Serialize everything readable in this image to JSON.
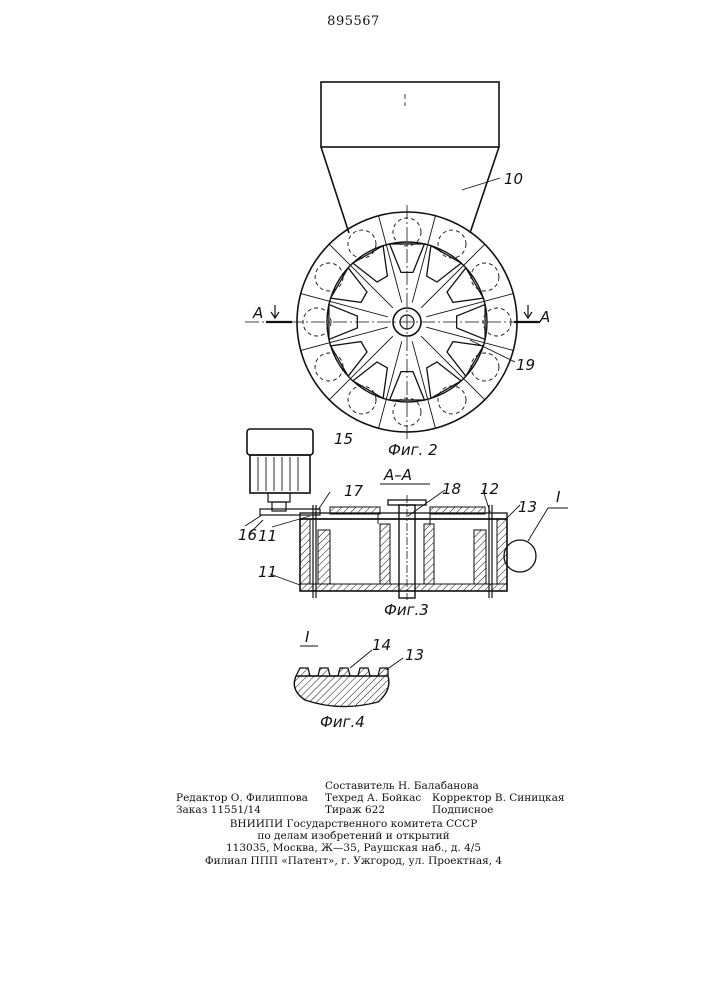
{
  "header": {
    "patent_number": "895567"
  },
  "figure2": {
    "caption": "Фиг. 2",
    "labels": {
      "hopper": "10",
      "blade": "19",
      "section_left": "A",
      "section_right": "A"
    }
  },
  "figure3": {
    "caption": "Фиг.3",
    "section_title": "А–А",
    "labels": {
      "motor": "15",
      "belt": "16",
      "disk_top": "11",
      "disk_bottom": "11",
      "plate": "17",
      "shaft": "18",
      "ring": "12",
      "rim": "13",
      "detail": "I"
    }
  },
  "figure4": {
    "caption": "Фиг.4",
    "title": "I",
    "labels": {
      "teeth": "14",
      "rim": "13"
    }
  },
  "imprint": {
    "editor": "Редактор О. Филиппова",
    "order": "Заказ 11551/14",
    "compiler": "Составитель Н. Балабанова",
    "techred": "Техред А. Бойкас",
    "circulation": "Тираж 622",
    "corrector": "Корректор В. Синицкая",
    "subscription": "Подписное",
    "org_line1": "ВНИИПИ Государственного комитета СССР",
    "org_line2": "по делам изобретений и открытий",
    "org_line3": "113035, Москва, Ж—35, Раушская наб., д. 4/5",
    "org_line4": "Филиал ППП «Патент», г. Ужгород, ул. Проектная, 4"
  }
}
